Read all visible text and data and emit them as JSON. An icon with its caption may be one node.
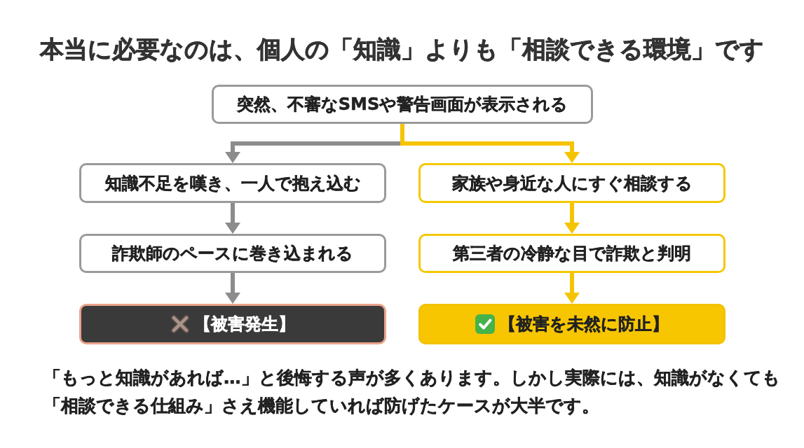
{
  "diagram": {
    "title": "本当に必要なのは、個人の「知識」よりも「相談できる環境」です",
    "nodes": [
      {
        "text": [
          "突然、不審なSMSや警告画面が表示される"
        ]
      },
      {
        "text": [
          "知識不足を嘆き、一人で抱え込む"
        ]
      },
      {
        "text": [
          "詐欺師のペースに巻き込まれる"
        ]
      },
      {
        "text": [
          "【被害発生】"
        ]
      },
      {
        "text": [
          "家族や身近な人にすぐ相談する"
        ]
      },
      {
        "text": [
          "第三者の冷静な目で詐欺と判明"
        ]
      },
      {
        "text": [
          "【被害を未然に防止】"
        ]
      }
    ],
    "edges": [
      {
        "from": 0,
        "to": 1,
        "arrow": "to",
        "color": "#8c8c8c"
      },
      {
        "from": 1,
        "to": 2,
        "arrow": "to",
        "color": "#8c8c8c"
      },
      {
        "from": 2,
        "to": 3,
        "arrow": "to",
        "color": "#8c8c8c"
      },
      {
        "from": 0,
        "to": 4,
        "arrow": "to",
        "color": "#f5c400"
      },
      {
        "from": 4,
        "to": 5,
        "arrow": "to",
        "color": "#f5c400"
      },
      {
        "from": 5,
        "to": 6,
        "arrow": "to",
        "color": "#f5c400"
      }
    ],
    "caption": "「もっと知識があれば…」と後悔する声が多くあります。しかし実際には、知識がなくても「相談できる仕組み」さえ機能していれば防げたケースが大半です。"
  }
}
